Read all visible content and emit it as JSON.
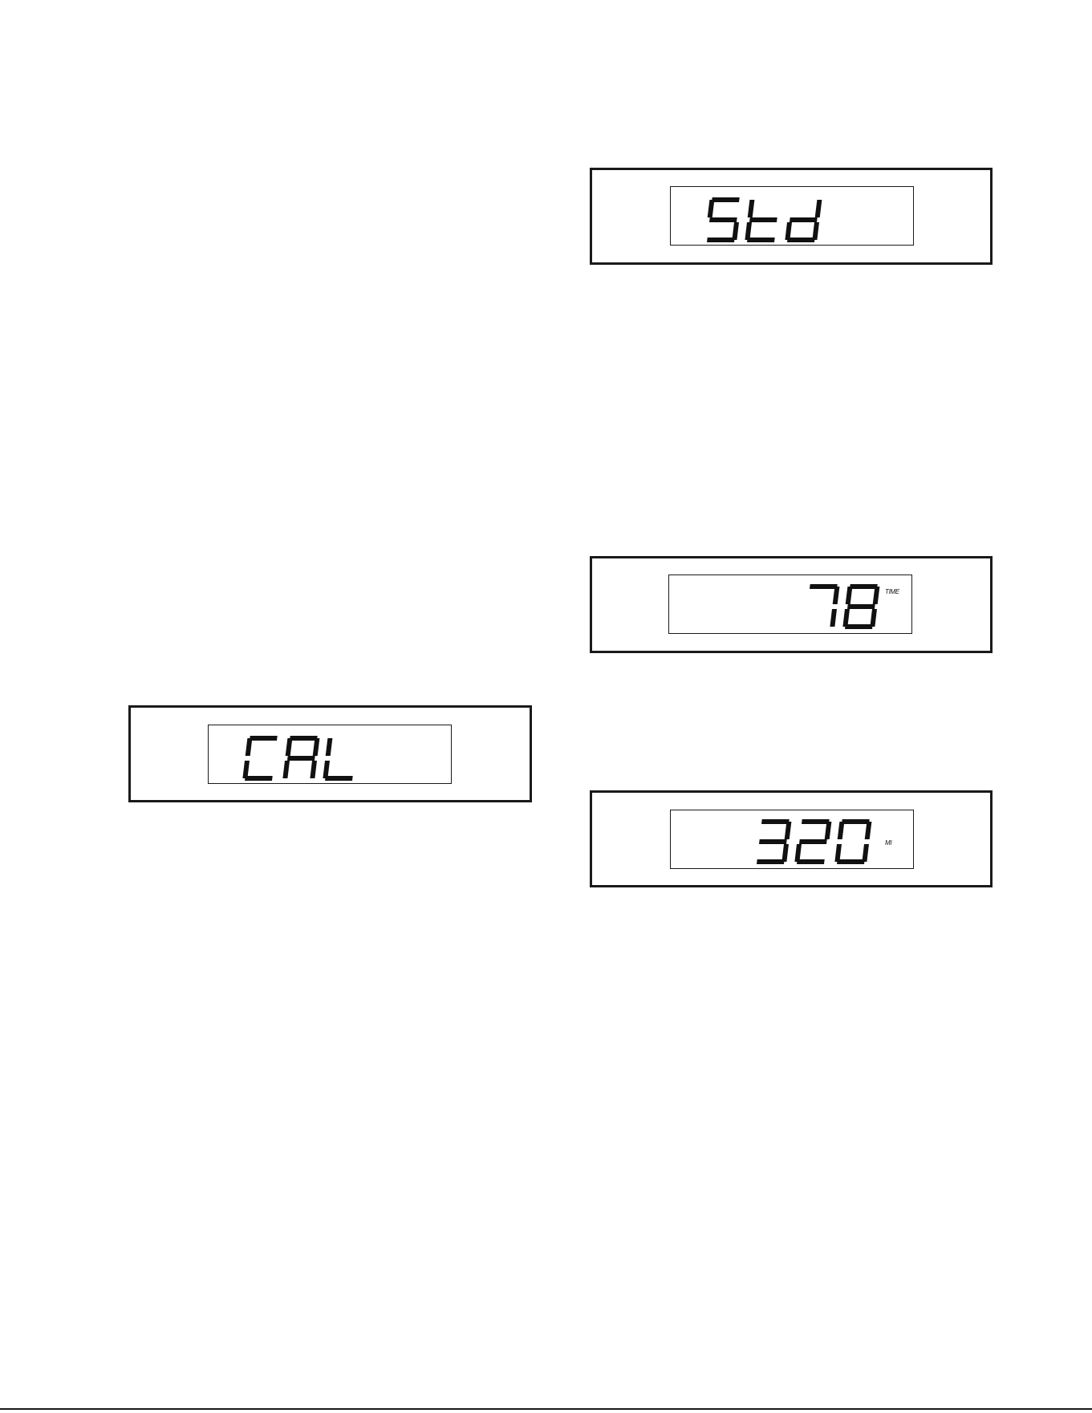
{
  "colors": {
    "ink": "#111111",
    "background": "#ffffff"
  },
  "displays": [
    {
      "id": "std",
      "text": "Std",
      "unit": ""
    },
    {
      "id": "time",
      "text": "78",
      "unit": "TIME"
    },
    {
      "id": "cal",
      "text": "CAL",
      "unit": ""
    },
    {
      "id": "mi",
      "text": "320",
      "unit": "MI"
    }
  ]
}
